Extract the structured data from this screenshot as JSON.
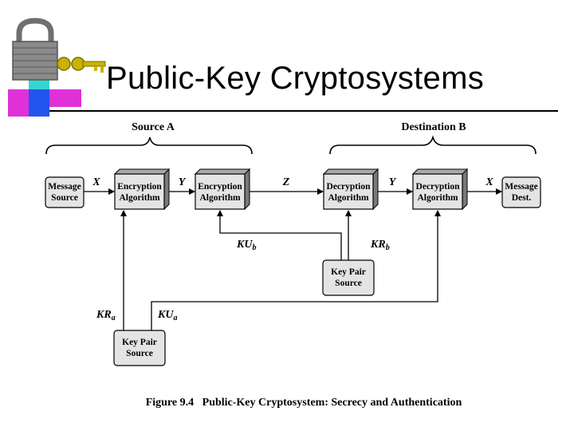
{
  "slide": {
    "title": "Public-Key Cryptosystems"
  },
  "diagram": {
    "sections": {
      "source": "Source A",
      "destination": "Destination B"
    },
    "boxes": {
      "message_source": [
        "Message",
        "Source"
      ],
      "encrypt_1": [
        "Encryption",
        "Algorithm"
      ],
      "encrypt_2": [
        "Encryption",
        "Algorithm"
      ],
      "decrypt_1": [
        "Decryption",
        "Algorithm"
      ],
      "decrypt_2": [
        "Decryption",
        "Algorithm"
      ],
      "message_dest": [
        "Message",
        "Dest."
      ],
      "key_pair_b": [
        "Key Pair",
        "Source"
      ],
      "key_pair_a": [
        "Key Pair",
        "Source"
      ]
    },
    "signals": {
      "x_in": "X",
      "y_mid": "Y",
      "z": "Z",
      "y_out": "Y",
      "x_out": "X"
    },
    "keys": {
      "kub": {
        "base": "KU",
        "sub": "b"
      },
      "krb": {
        "base": "KR",
        "sub": "b"
      },
      "kra": {
        "base": "KR",
        "sub": "a"
      },
      "kua": {
        "base": "KU",
        "sub": "a"
      }
    },
    "caption": "Figure 9.4   Public-Key Cryptosystem: Secrecy and Authentication"
  },
  "colors": {
    "lock_body": "#8a8a8a",
    "key_gold": "#c8b400",
    "square_cyan": "#33d6cf",
    "square_blue": "#2255ee",
    "square_magenta": "#e030d8",
    "square_yellow": "#f0f033",
    "box_fill": "#e4e4e4",
    "box_shadow": "#7a7a7a"
  },
  "icons": {
    "logo": "padlock-with-key-icon"
  }
}
